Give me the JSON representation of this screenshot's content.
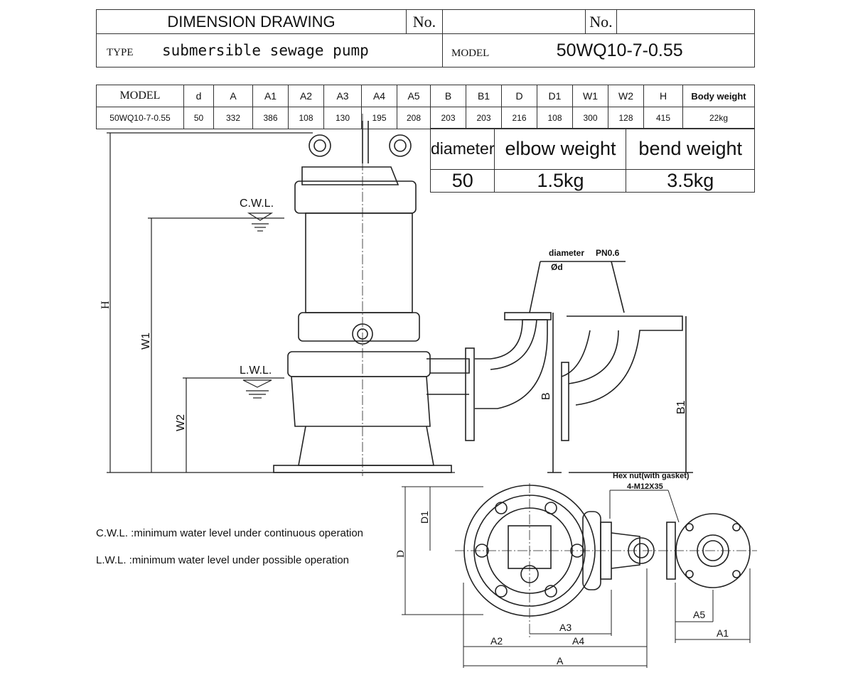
{
  "header": {
    "title": "DIMENSION DRAWING",
    "no_label_1": "No.",
    "no_value_1": "",
    "no_label_2": "No.",
    "no_value_2": "",
    "type_label": "TYPE",
    "type_value": "submersible sewage pump",
    "model_label": "MODEL",
    "model_value": "50WQ10-7-0.55"
  },
  "spec_table": {
    "headers": [
      "MODEL",
      "d",
      "A",
      "A1",
      "A2",
      "A3",
      "A4",
      "A5",
      "B",
      "B1",
      "D",
      "D1",
      "W1",
      "W2",
      "H",
      "Body weight"
    ],
    "row": [
      "50WQ10-7-0.55",
      "50",
      "332",
      "386",
      "108",
      "130",
      "195",
      "208",
      "203",
      "203",
      "216",
      "108",
      "300",
      "128",
      "415",
      "22kg"
    ]
  },
  "weight_table": {
    "headers": [
      "diameter",
      "elbow weight",
      "bend weight"
    ],
    "row": [
      "50",
      "1.5kg",
      "3.5kg"
    ]
  },
  "drawing": {
    "cwl": "C.W.L.",
    "lwl": "L.W.L.",
    "dim_H": "H",
    "dim_W1": "W1",
    "dim_W2": "W2",
    "dim_B": "B",
    "dim_B1": "B1",
    "dim_D": "D",
    "dim_D1": "D1",
    "dim_A": "A",
    "dim_A1": "A1",
    "dim_A2": "A2",
    "dim_A3": "A3",
    "dim_A4": "A4",
    "dim_A5": "A5",
    "flange_label_1": "diameter",
    "flange_label_2": "PN0.6",
    "flange_label_3": "Ød",
    "hex_nut_label": "Hex nut(with gasket)",
    "bolt_label": "4-M12X35"
  },
  "notes": {
    "cwl_note": "C.W.L. :minimum water level under continuous operation",
    "lwl_note": "L.W.L. :minimum water level under possible operation"
  }
}
